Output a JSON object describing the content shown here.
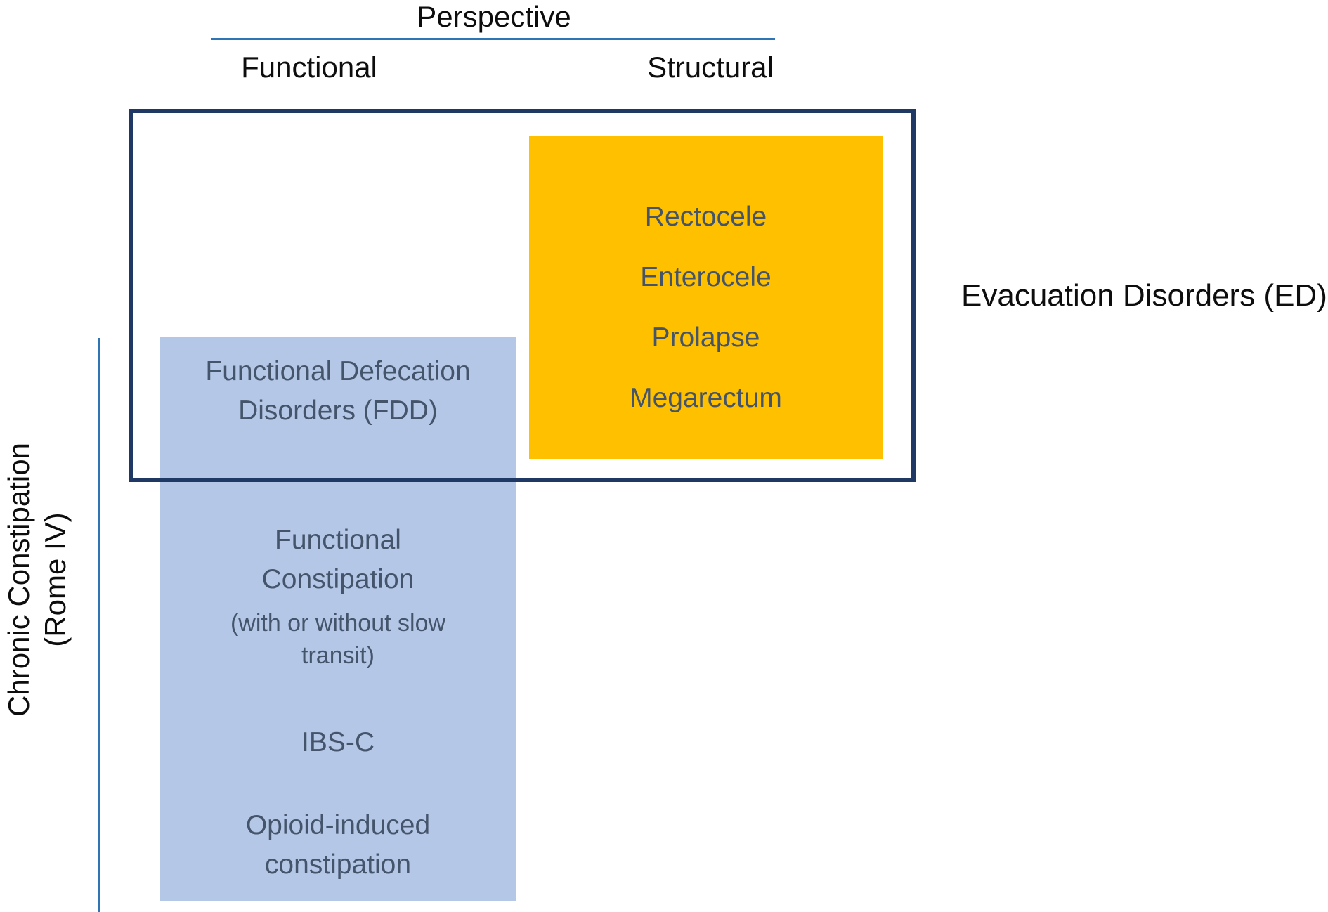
{
  "colors": {
    "navy_border": "#1F3864",
    "steel_blue_line": "#2E75B6",
    "gold_box": "#FFC000",
    "light_blue_box": "#B4C7E7",
    "box_text": "#44546A"
  },
  "perspective_axis": {
    "title": "Perspective",
    "functional_label": "Functional",
    "structural_label": "Structural"
  },
  "chronic_constipation_axis": {
    "line1": "Chronic Constipation",
    "line2": "(Rome IV)"
  },
  "evacuation_disorders": {
    "label": "Evacuation Disorders (ED)",
    "structural_items": [
      "Rectocele",
      "Enterocele",
      "Prolapse",
      "Megarectum"
    ]
  },
  "chronic_constipation_items": {
    "fdd": {
      "line1": "Functional Defecation",
      "line2": "Disorders (FDD)"
    },
    "functional_constipation": {
      "line1": "Functional",
      "line2": "Constipation",
      "sub1": "(with or without slow",
      "sub2": "transit)"
    },
    "ibs_c": "IBS-C",
    "opioid": {
      "line1": "Opioid-induced",
      "line2": "constipation"
    }
  }
}
